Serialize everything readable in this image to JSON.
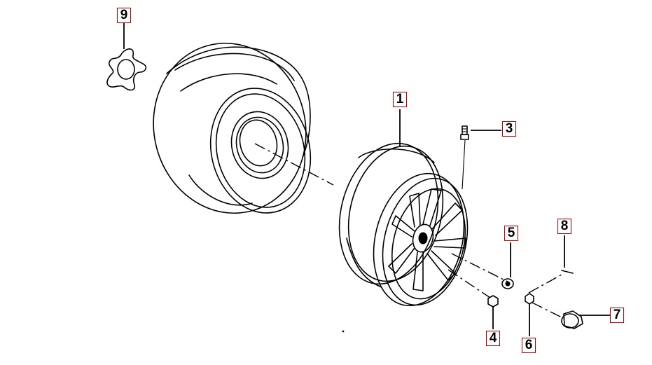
{
  "diagram": {
    "type": "exploded-parts",
    "callouts": [
      {
        "id": "c1",
        "label": "1",
        "part": "wheel-rim"
      },
      {
        "id": "c3",
        "label": "3",
        "part": "valve-stem"
      },
      {
        "id": "c4",
        "label": "4",
        "part": "lug-nut"
      },
      {
        "id": "c5",
        "label": "5",
        "part": "washer"
      },
      {
        "id": "c6",
        "label": "6",
        "part": "nut"
      },
      {
        "id": "c7",
        "label": "7",
        "part": "hub-cap"
      },
      {
        "id": "c8",
        "label": "8",
        "part": "cotter-pin"
      },
      {
        "id": "c9",
        "label": "9",
        "part": "valve-cap"
      }
    ],
    "colors": {
      "callout_border": "#c00000",
      "line": "#000000",
      "background": "#ffffff"
    }
  }
}
